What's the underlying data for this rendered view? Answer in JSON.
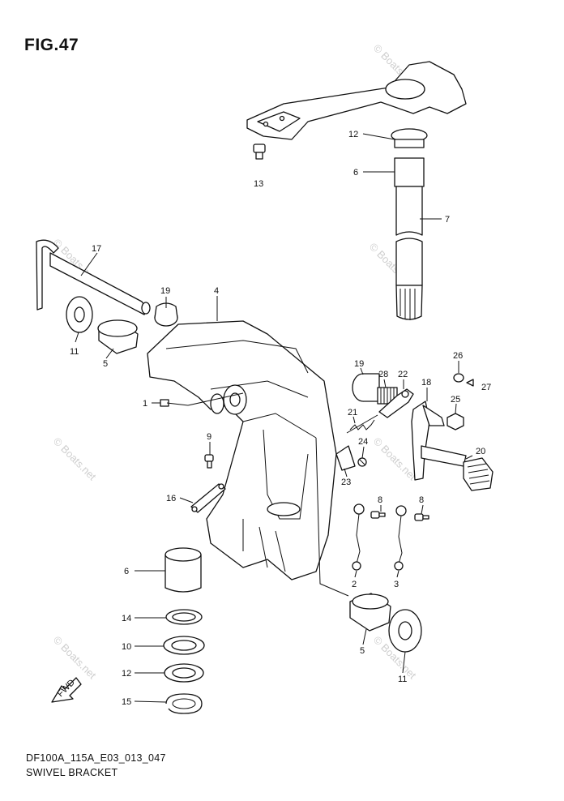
{
  "figure": {
    "title": "FIG.47"
  },
  "footer": {
    "model_code": "DF100A_115A_E03_013_047",
    "part_name": "SWIVEL BRACKET"
  },
  "watermark": {
    "text": "© Boats.net"
  },
  "direction_arrow": {
    "text": "FWD"
  },
  "callouts": [
    "12",
    "6",
    "13",
    "7",
    "17",
    "19",
    "4",
    "11",
    "5",
    "1",
    "19",
    "28",
    "22",
    "26",
    "27",
    "18",
    "25",
    "21",
    "24",
    "20",
    "9",
    "23",
    "16",
    "8",
    "8",
    "6",
    "2",
    "3",
    "14",
    "5",
    "10",
    "11",
    "12",
    "15"
  ]
}
